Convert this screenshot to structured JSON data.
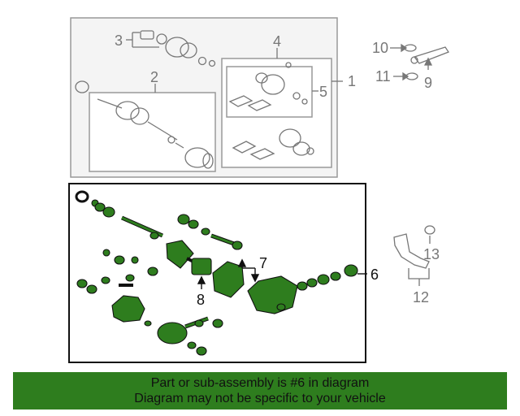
{
  "callouts": {
    "c1": "1",
    "c2": "2",
    "c3": "3",
    "c4": "4",
    "c5": "5",
    "c6": "6",
    "c7": "7",
    "c8": "8",
    "c9": "9",
    "c10": "10",
    "c11": "11",
    "c12": "12",
    "c13": "13"
  },
  "banner": {
    "line1": "Part or sub-assembly is #6 in diagram",
    "line2": "Diagram may not be specific to your vehicle"
  },
  "colors": {
    "highlight_fill": "#2e7d1e",
    "highlight_stroke": "#111111",
    "frame_gray": "#999999",
    "part_gray": "#777777",
    "banner_bg": "#2e7d1e"
  }
}
